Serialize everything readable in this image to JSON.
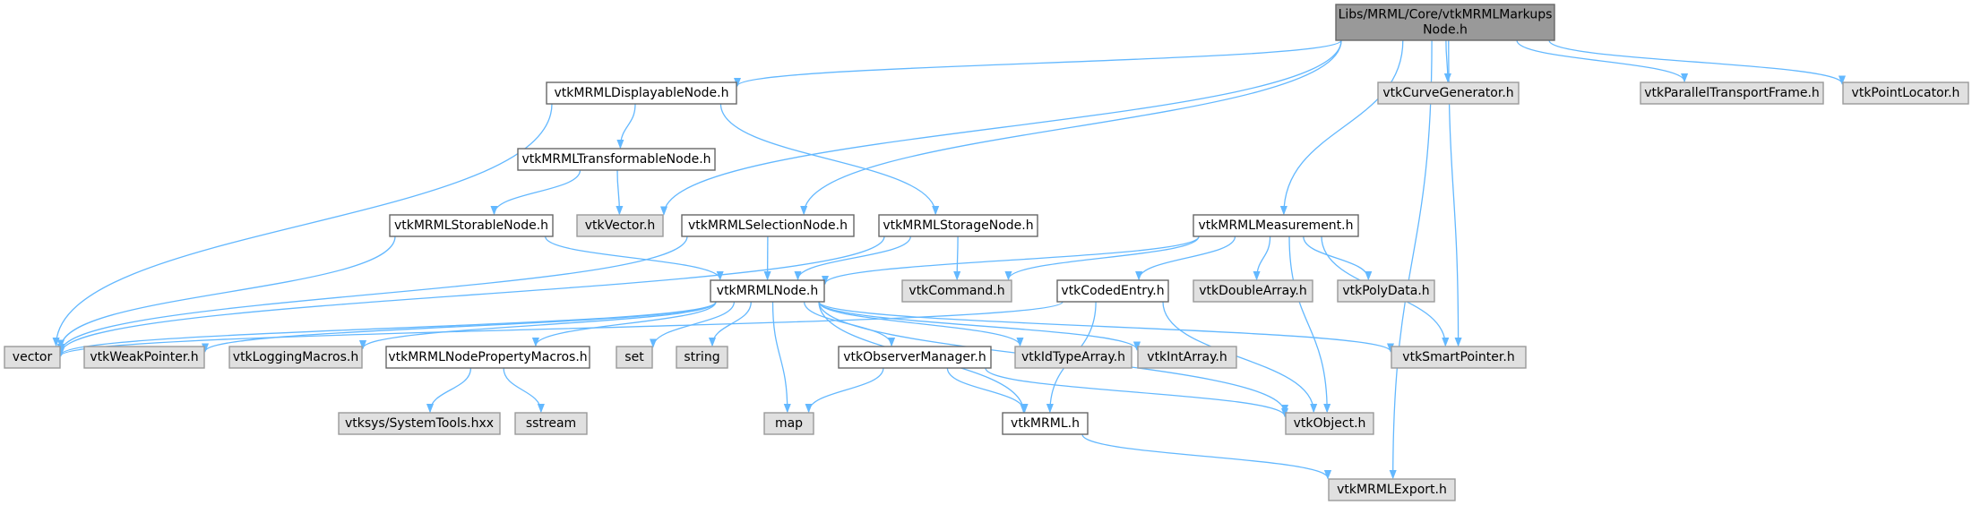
{
  "diagram": {
    "nodes": [
      {
        "id": "root",
        "kind": "root",
        "lines": [
          "Libs/MRML/Core/vtkMRMLMarkups",
          "Node.h"
        ]
      },
      {
        "id": "displayable",
        "kind": "doc",
        "lines": [
          "vtkMRMLDisplayableNode.h"
        ]
      },
      {
        "id": "transformable",
        "kind": "doc",
        "lines": [
          "vtkMRMLTransformableNode.h"
        ]
      },
      {
        "id": "storable",
        "kind": "doc",
        "lines": [
          "vtkMRMLStorableNode.h"
        ]
      },
      {
        "id": "selection",
        "kind": "doc",
        "lines": [
          "vtkMRMLSelectionNode.h"
        ]
      },
      {
        "id": "storage",
        "kind": "doc",
        "lines": [
          "vtkMRMLStorageNode.h"
        ]
      },
      {
        "id": "measurement",
        "kind": "doc",
        "lines": [
          "vtkMRMLMeasurement.h"
        ]
      },
      {
        "id": "node",
        "kind": "doc",
        "lines": [
          "vtkMRMLNode.h"
        ]
      },
      {
        "id": "codedentry",
        "kind": "doc",
        "lines": [
          "vtkCodedEntry.h"
        ]
      },
      {
        "id": "propmacros",
        "kind": "doc",
        "lines": [
          "vtkMRMLNodePropertyMacros.h"
        ]
      },
      {
        "id": "observer",
        "kind": "doc",
        "lines": [
          "vtkObserverManager.h"
        ]
      },
      {
        "id": "mrml",
        "kind": "doc",
        "lines": [
          "vtkMRML.h"
        ]
      },
      {
        "id": "curvegen",
        "kind": "ext",
        "lines": [
          "vtkCurveGenerator.h"
        ]
      },
      {
        "id": "paralleltransport",
        "kind": "ext",
        "lines": [
          "vtkParallelTransportFrame.h"
        ]
      },
      {
        "id": "pointlocator",
        "kind": "ext",
        "lines": [
          "vtkPointLocator.h"
        ]
      },
      {
        "id": "vtkvector",
        "kind": "ext",
        "lines": [
          "vtkVector.h"
        ]
      },
      {
        "id": "command",
        "kind": "ext",
        "lines": [
          "vtkCommand.h"
        ]
      },
      {
        "id": "doublearray",
        "kind": "ext",
        "lines": [
          "vtkDoubleArray.h"
        ]
      },
      {
        "id": "polydata",
        "kind": "ext",
        "lines": [
          "vtkPolyData.h"
        ]
      },
      {
        "id": "vector",
        "kind": "ext",
        "lines": [
          "vector"
        ]
      },
      {
        "id": "weakpointer",
        "kind": "ext",
        "lines": [
          "vtkWeakPointer.h"
        ]
      },
      {
        "id": "logging",
        "kind": "ext",
        "lines": [
          "vtkLoggingMacros.h"
        ]
      },
      {
        "id": "set",
        "kind": "ext",
        "lines": [
          "set"
        ]
      },
      {
        "id": "string",
        "kind": "ext",
        "lines": [
          "string"
        ]
      },
      {
        "id": "idtypearray",
        "kind": "ext",
        "lines": [
          "vtkIdTypeArray.h"
        ]
      },
      {
        "id": "intarray",
        "kind": "ext",
        "lines": [
          "vtkIntArray.h"
        ]
      },
      {
        "id": "smartpointer",
        "kind": "ext",
        "lines": [
          "vtkSmartPointer.h"
        ]
      },
      {
        "id": "systemtools",
        "kind": "ext",
        "lines": [
          "vtksys/SystemTools.hxx"
        ]
      },
      {
        "id": "sstream",
        "kind": "ext",
        "lines": [
          "sstream"
        ]
      },
      {
        "id": "map",
        "kind": "ext",
        "lines": [
          "map"
        ]
      },
      {
        "id": "object",
        "kind": "ext",
        "lines": [
          "vtkObject.h"
        ]
      },
      {
        "id": "export",
        "kind": "ext",
        "lines": [
          "vtkMRMLExport.h"
        ]
      }
    ],
    "edges": [
      [
        "root",
        "displayable"
      ],
      [
        "root",
        "vtkvector"
      ],
      [
        "root",
        "selection"
      ],
      [
        "root",
        "measurement"
      ],
      [
        "root",
        "curvegen"
      ],
      [
        "root",
        "paralleltransport"
      ],
      [
        "root",
        "pointlocator"
      ],
      [
        "root",
        "smartpointer"
      ],
      [
        "root",
        "export"
      ],
      [
        "displayable",
        "transformable"
      ],
      [
        "displayable",
        "storage"
      ],
      [
        "displayable",
        "vector"
      ],
      [
        "transformable",
        "storable"
      ],
      [
        "transformable",
        "vtkvector"
      ],
      [
        "storable",
        "node"
      ],
      [
        "storable",
        "vector"
      ],
      [
        "selection",
        "node"
      ],
      [
        "selection",
        "vector"
      ],
      [
        "storage",
        "node"
      ],
      [
        "storage",
        "command"
      ],
      [
        "storage",
        "vector"
      ],
      [
        "measurement",
        "node"
      ],
      [
        "measurement",
        "command"
      ],
      [
        "measurement",
        "codedentry"
      ],
      [
        "measurement",
        "doublearray"
      ],
      [
        "measurement",
        "polydata"
      ],
      [
        "measurement",
        "smartpointer"
      ],
      [
        "measurement",
        "object"
      ],
      [
        "codedentry",
        "object"
      ],
      [
        "codedentry",
        "mrml"
      ],
      [
        "codedentry",
        "vector"
      ],
      [
        "node",
        "vector"
      ],
      [
        "node",
        "weakpointer"
      ],
      [
        "node",
        "logging"
      ],
      [
        "node",
        "propmacros"
      ],
      [
        "node",
        "set"
      ],
      [
        "node",
        "string"
      ],
      [
        "node",
        "map"
      ],
      [
        "node",
        "observer"
      ],
      [
        "node",
        "mrml"
      ],
      [
        "node",
        "idtypearray"
      ],
      [
        "node",
        "intarray"
      ],
      [
        "node",
        "object"
      ],
      [
        "node",
        "smartpointer"
      ],
      [
        "propmacros",
        "systemtools"
      ],
      [
        "propmacros",
        "sstream"
      ],
      [
        "observer",
        "map"
      ],
      [
        "observer",
        "mrml"
      ],
      [
        "observer",
        "object"
      ],
      [
        "mrml",
        "export"
      ]
    ]
  }
}
